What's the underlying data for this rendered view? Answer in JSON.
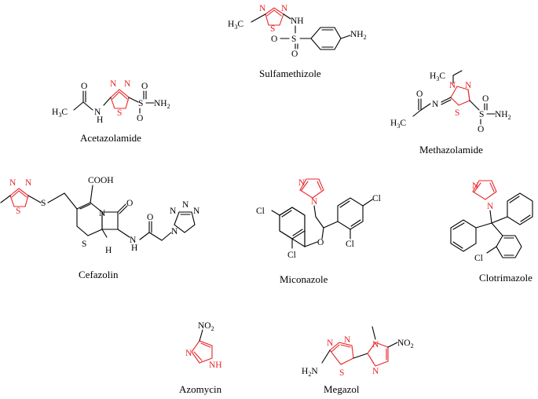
{
  "compounds": [
    {
      "key": "sulfamethizole",
      "name": "Sulfamethizole"
    },
    {
      "key": "acetazolamide",
      "name": "Acetazolamide"
    },
    {
      "key": "methazolamide",
      "name": "Methazolamide"
    },
    {
      "key": "cefazolin",
      "name": "Cefazolin"
    },
    {
      "key": "miconazole",
      "name": "Miconazole"
    },
    {
      "key": "clotrimazole",
      "name": "Clotrimazole"
    },
    {
      "key": "azomycin",
      "name": "Azomycin"
    },
    {
      "key": "megazol",
      "name": "Megazol"
    }
  ],
  "colors": {
    "heterocycle": "#e8242a",
    "bond": "#000000"
  }
}
